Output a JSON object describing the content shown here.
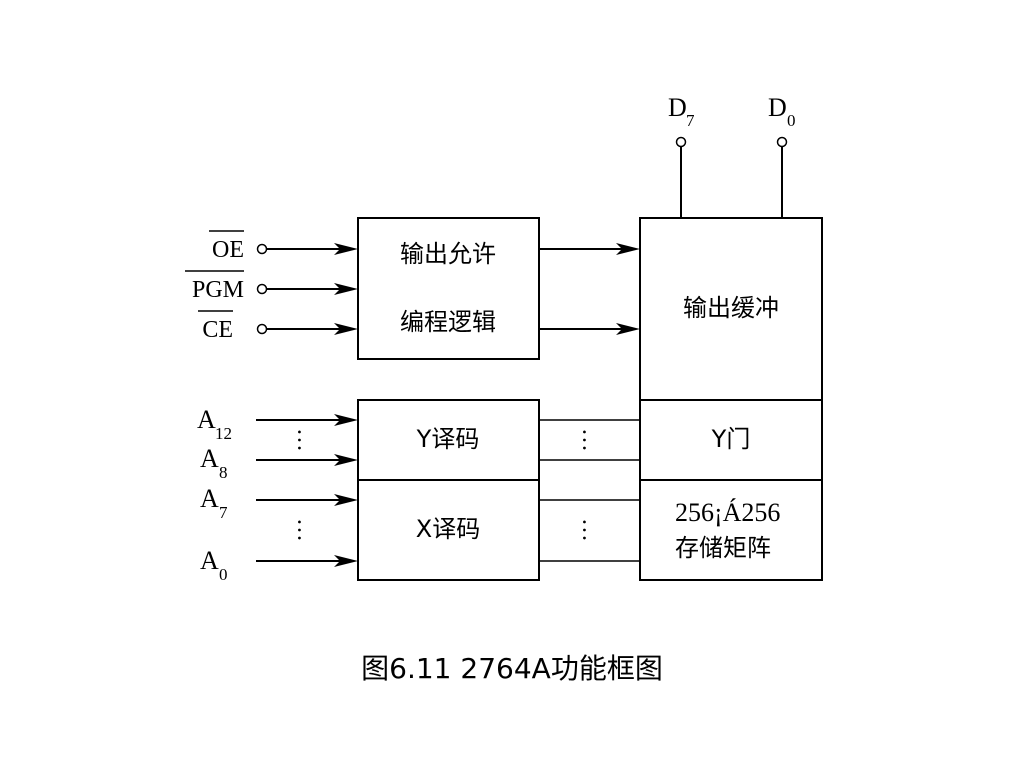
{
  "pins": {
    "oe": "OE",
    "pgm": "PGM",
    "ce": "CE",
    "a12_main": "A",
    "a12_sub": "12",
    "a8_main": "A",
    "a8_sub": "8",
    "a7_main": "A",
    "a7_sub": "7",
    "a0_main": "A",
    "a0_sub": "0",
    "d7_main": "D",
    "d7_sub": "7",
    "d0_main": "D",
    "d0_sub": "0"
  },
  "blocks": {
    "output_enable": "输出允许",
    "program_logic": "编程逻辑",
    "output_buffer": "输出缓冲",
    "y_decoder": "Y译码",
    "x_decoder": "X译码",
    "y_gate": "Y门",
    "matrix_size": "256¡Á256",
    "matrix_label": "存储矩阵"
  },
  "bus_marks": {
    "ellipsis": "…"
  },
  "caption": "图6.11  2764A功能框图"
}
